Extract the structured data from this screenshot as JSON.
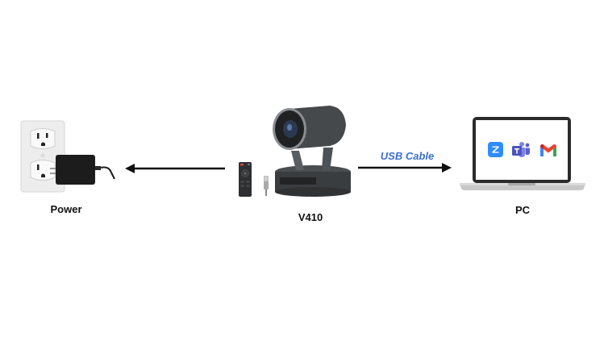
{
  "diagram": {
    "nodes": [
      {
        "id": "power",
        "label": "Power",
        "icon": "power-outlet-adapter-icon"
      },
      {
        "id": "camera",
        "label": "V410",
        "icon": "ptz-camera-icon",
        "accessories": [
          "remote-control-icon",
          "usb-connector-icon"
        ]
      },
      {
        "id": "pc",
        "label": "PC",
        "icon": "laptop-icon",
        "apps": [
          "zoom-icon",
          "teams-icon",
          "gmail-icon"
        ]
      }
    ],
    "connections": [
      {
        "from": "camera",
        "to": "power",
        "label": "",
        "direction": "left"
      },
      {
        "from": "camera",
        "to": "pc",
        "label": "USB Cable",
        "direction": "right"
      }
    ]
  },
  "labels": {
    "power": "Power",
    "camera": "V410",
    "pc": "PC",
    "usb_cable": "USB Cable"
  },
  "colors": {
    "usb_label": "#3b6fd4",
    "arrow": "#111111",
    "camera_body": "#3a3d40",
    "adapter": "#1c1c1c",
    "outlet_plate": "#ececec",
    "laptop_bezel": "#2b2b2b",
    "zoom_blue": "#2d8cff",
    "teams_purple": "#5b5fc7"
  }
}
